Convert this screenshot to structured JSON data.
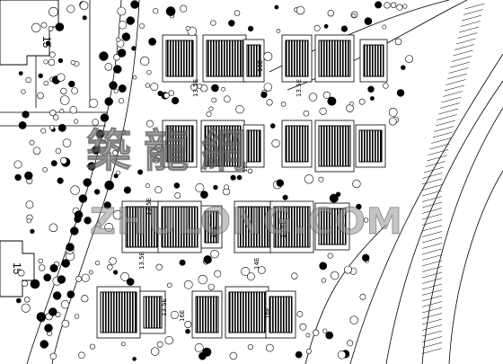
{
  "plan": {
    "building_labels": [
      "15",
      "15"
    ],
    "dimension_labels": [
      "13.5E",
      "16E",
      "13.5E",
      "15E",
      "13.5E",
      "16E",
      "13.5E",
      "13.5E",
      "14E",
      "13.5E",
      "16E",
      "16E"
    ],
    "line_color": "#000000",
    "background": "#ffffff"
  },
  "watermark": {
    "chinese": "築龍網",
    "english": "ZHULONG.COM",
    "color": "#969696"
  }
}
